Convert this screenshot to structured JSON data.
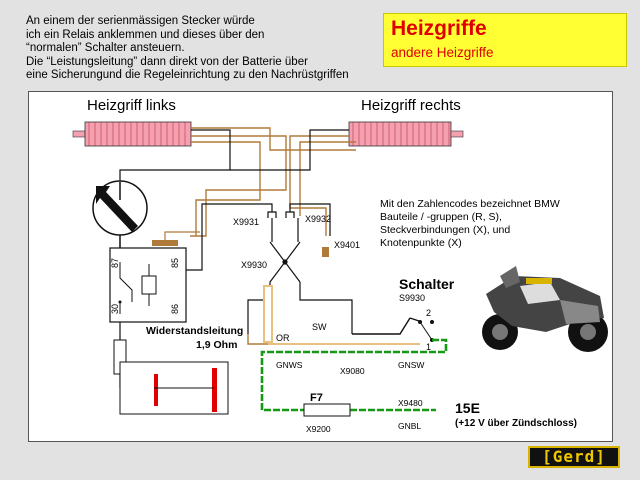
{
  "intro_lines": [
    "An einem der serienmässigen Stecker würde",
    "ich ein Relais anklemmen und dieses über den",
    "“normalen” Schalter ansteuern.",
    "Die “Leistungsleitung” dann direkt von der Batterie über",
    "eine Sicherungund  die Regeleinrichtung zu den Nachrüstgriffen"
  ],
  "title": "Heizgriffe",
  "subtitle": "andere Heizgriffe",
  "labels": {
    "grip_left": "Heizgriff links",
    "grip_right": "Heizgriff rechts",
    "x9931": "X9931",
    "x9932": "X9932",
    "x9401": "X9401",
    "x9930": "X9930",
    "relay_87": "87",
    "relay_85": "85",
    "relay_30": "30",
    "relay_86": "86",
    "resistance_1": "Widerstandsleitung",
    "resistance_2": "1,9 Ohm",
    "or": "OR",
    "sw": "SW",
    "gnws": "GNWS",
    "x9080": "X9080",
    "gnsw": "GNSW",
    "schalter": "Schalter",
    "s9930": "S9930",
    "pin_2": "2",
    "pin_1": "1",
    "f7": "F7",
    "x9480": "X9480",
    "x9200": "X9200",
    "gnbl": "GNBL",
    "term_15e": "15E",
    "ign_note": "(+12 V über Zündschloss)"
  },
  "bmw_note": [
    "Mit den Zahlencodes bezeichnet BMW",
    "Bauteile / -gruppen (R, S),",
    "Steckverbindungen (X), und",
    "Knotenpunkte (X)"
  ],
  "logo_text": "[Gerd]",
  "colors": {
    "background": "#e2e2e2",
    "title_bg": "#ffff33",
    "title_text": "#e00000",
    "grip": "#f4a0b0",
    "wire_brown": "#b07a3a",
    "wire_green": "#139b13",
    "wire_tan": "#e8c080",
    "battery": "#e00000",
    "logo_text": "#f0c800"
  }
}
